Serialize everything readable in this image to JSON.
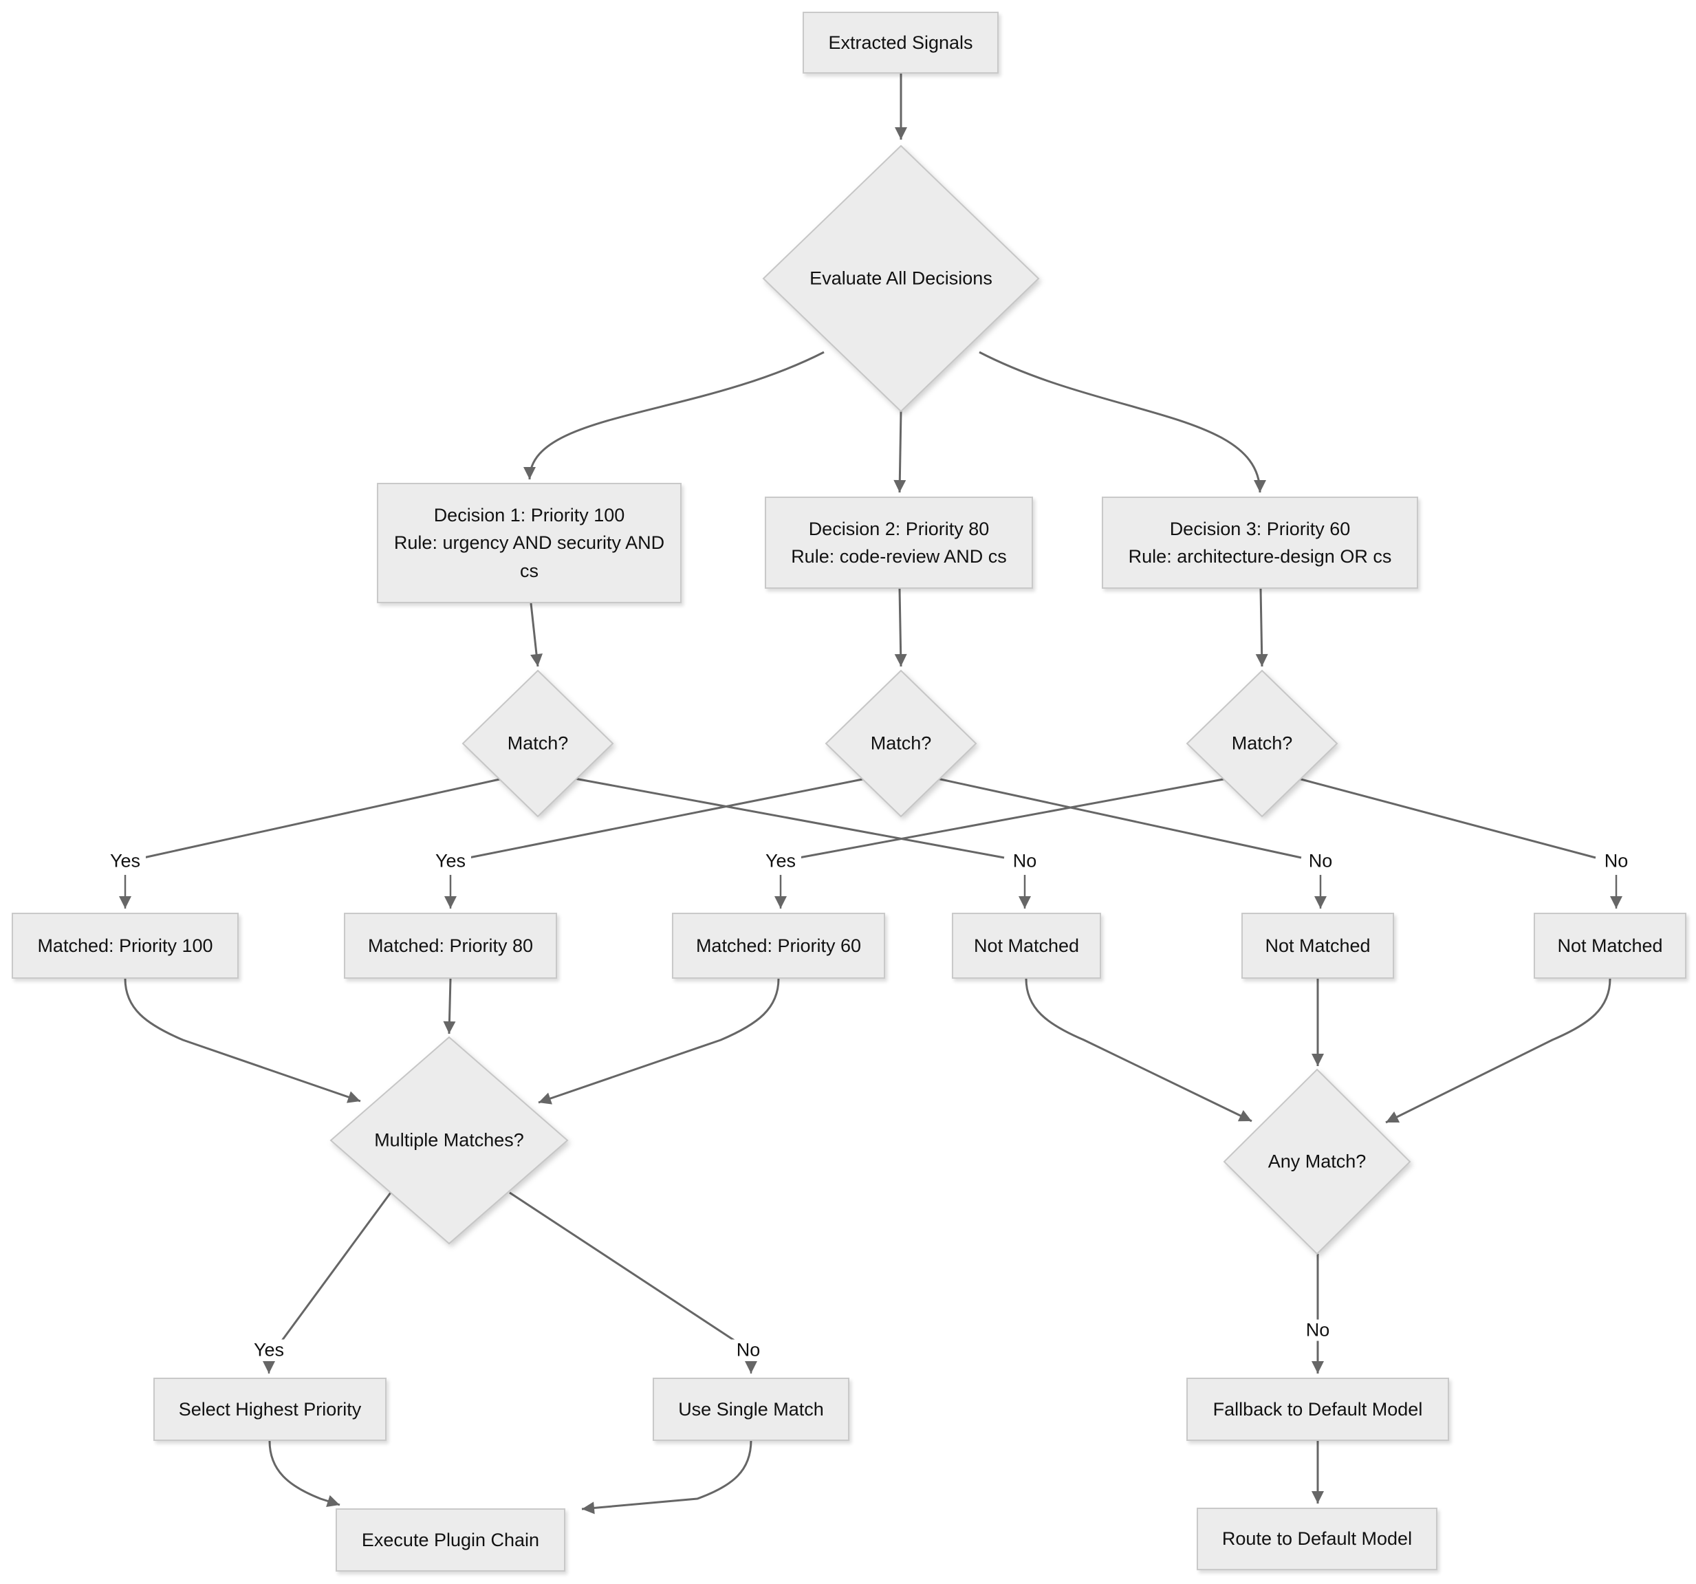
{
  "colors": {
    "background": "#ffffff",
    "node_fill": "#ececec",
    "node_border": "#c9c9c9",
    "edge": "#666666",
    "text": "#111111"
  },
  "nodes": {
    "extracted": {
      "label": "Extracted Signals"
    },
    "evaluate": {
      "label": "Evaluate All Decisions"
    },
    "decision1": {
      "line1": "Decision 1: Priority 100",
      "line2": "Rule: urgency AND security AND cs"
    },
    "decision2": {
      "line1": "Decision 2: Priority 80",
      "line2": "Rule: code-review AND cs"
    },
    "decision3": {
      "line1": "Decision 3: Priority 60",
      "line2": "Rule: architecture-design OR cs"
    },
    "match1": {
      "label": "Match?"
    },
    "match2": {
      "label": "Match?"
    },
    "match3": {
      "label": "Match?"
    },
    "matched100": {
      "label": "Matched: Priority 100"
    },
    "matched80": {
      "label": "Matched: Priority 80"
    },
    "matched60": {
      "label": "Matched: Priority 60"
    },
    "notmatched1": {
      "label": "Not Matched"
    },
    "notmatched2": {
      "label": "Not Matched"
    },
    "notmatched3": {
      "label": "Not Matched"
    },
    "multiple": {
      "label": "Multiple Matches?"
    },
    "any": {
      "label": "Any Match?"
    },
    "select_highest": {
      "label": "Select Highest Priority"
    },
    "use_single": {
      "label": "Use Single Match"
    },
    "fallback": {
      "label": "Fallback to Default Model"
    },
    "execute": {
      "label": "Execute Plugin Chain"
    },
    "route": {
      "label": "Route to Default Model"
    }
  },
  "edge_labels": {
    "yes1": "Yes",
    "yes2": "Yes",
    "yes3": "Yes",
    "no1": "No",
    "no2": "No",
    "no3": "No",
    "yes_multi": "Yes",
    "no_multi": "No",
    "no_any": "No"
  }
}
